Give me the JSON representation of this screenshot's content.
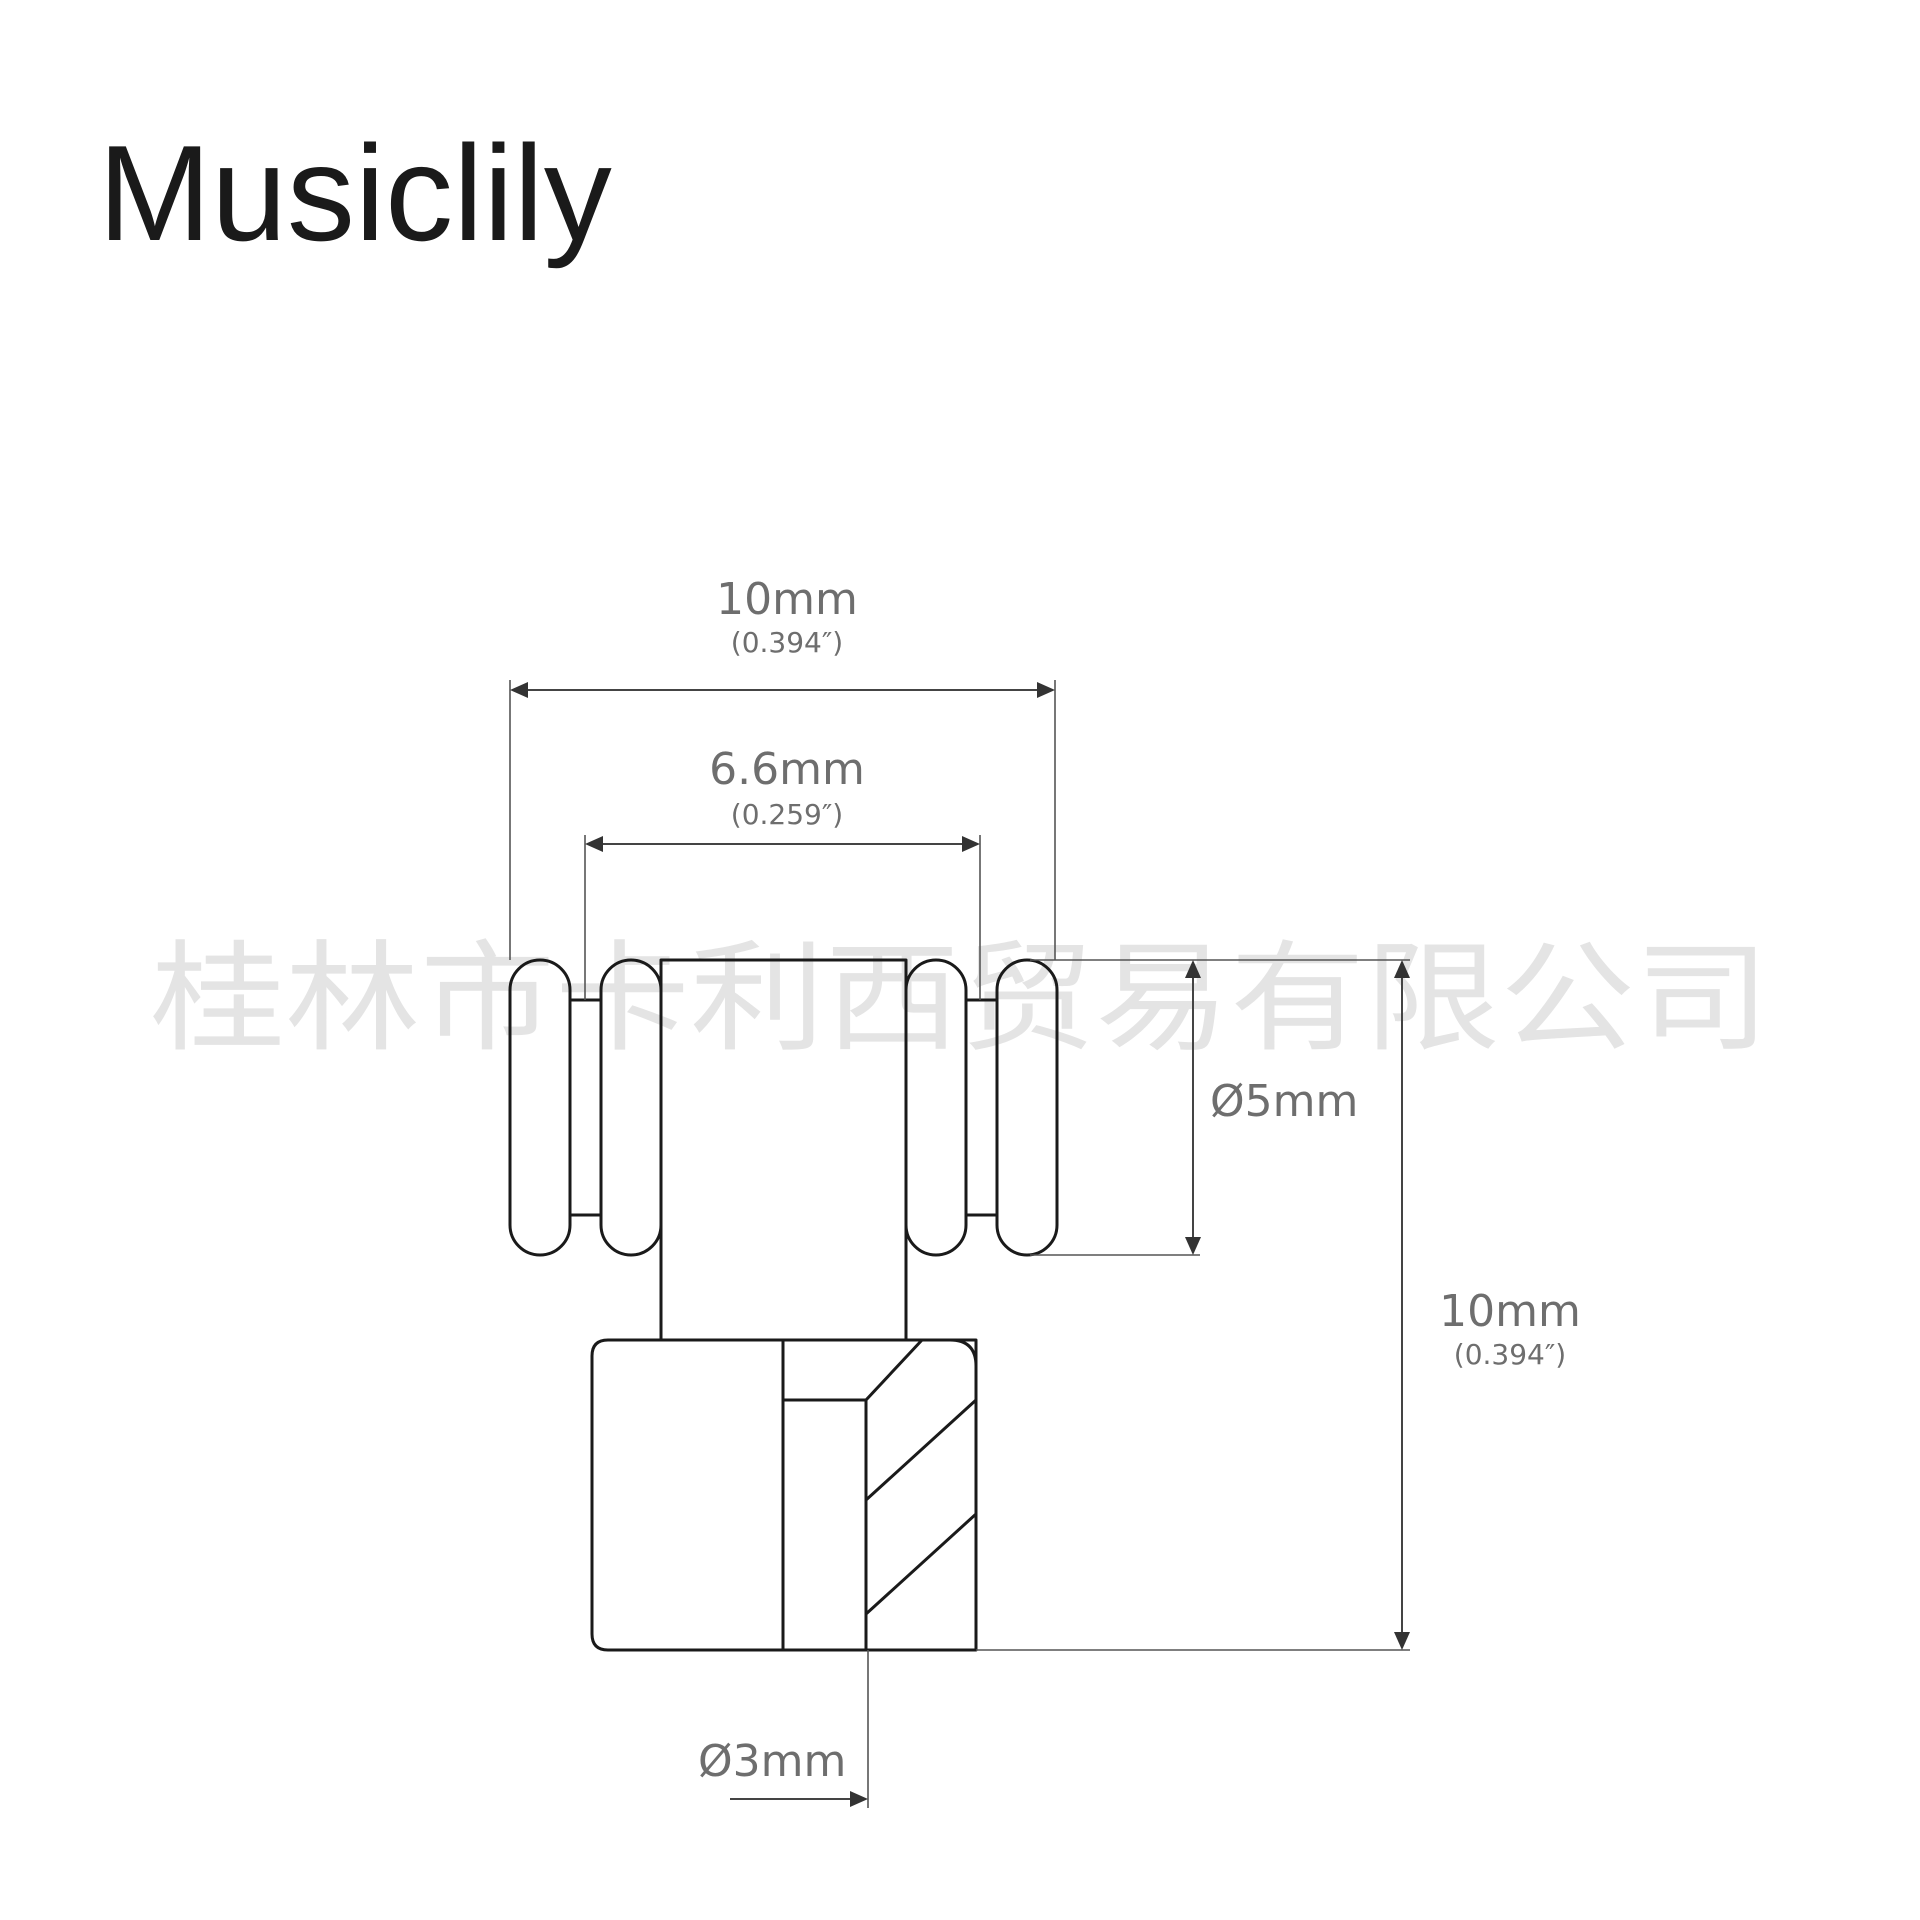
{
  "brand": "Musiclily",
  "watermark": "桂林市卡利西贸易有限公司",
  "dimensions": {
    "total_width": {
      "value": "10mm",
      "inch": "(0.394″)"
    },
    "inner_width": {
      "value": "6.6mm",
      "inch": "(0.259″)"
    },
    "coil_diameter": {
      "value": "Ø5mm"
    },
    "total_height": {
      "value": "10mm",
      "inch": "(0.394″)"
    },
    "hole_diameter": {
      "value": "Ø3mm"
    }
  }
}
